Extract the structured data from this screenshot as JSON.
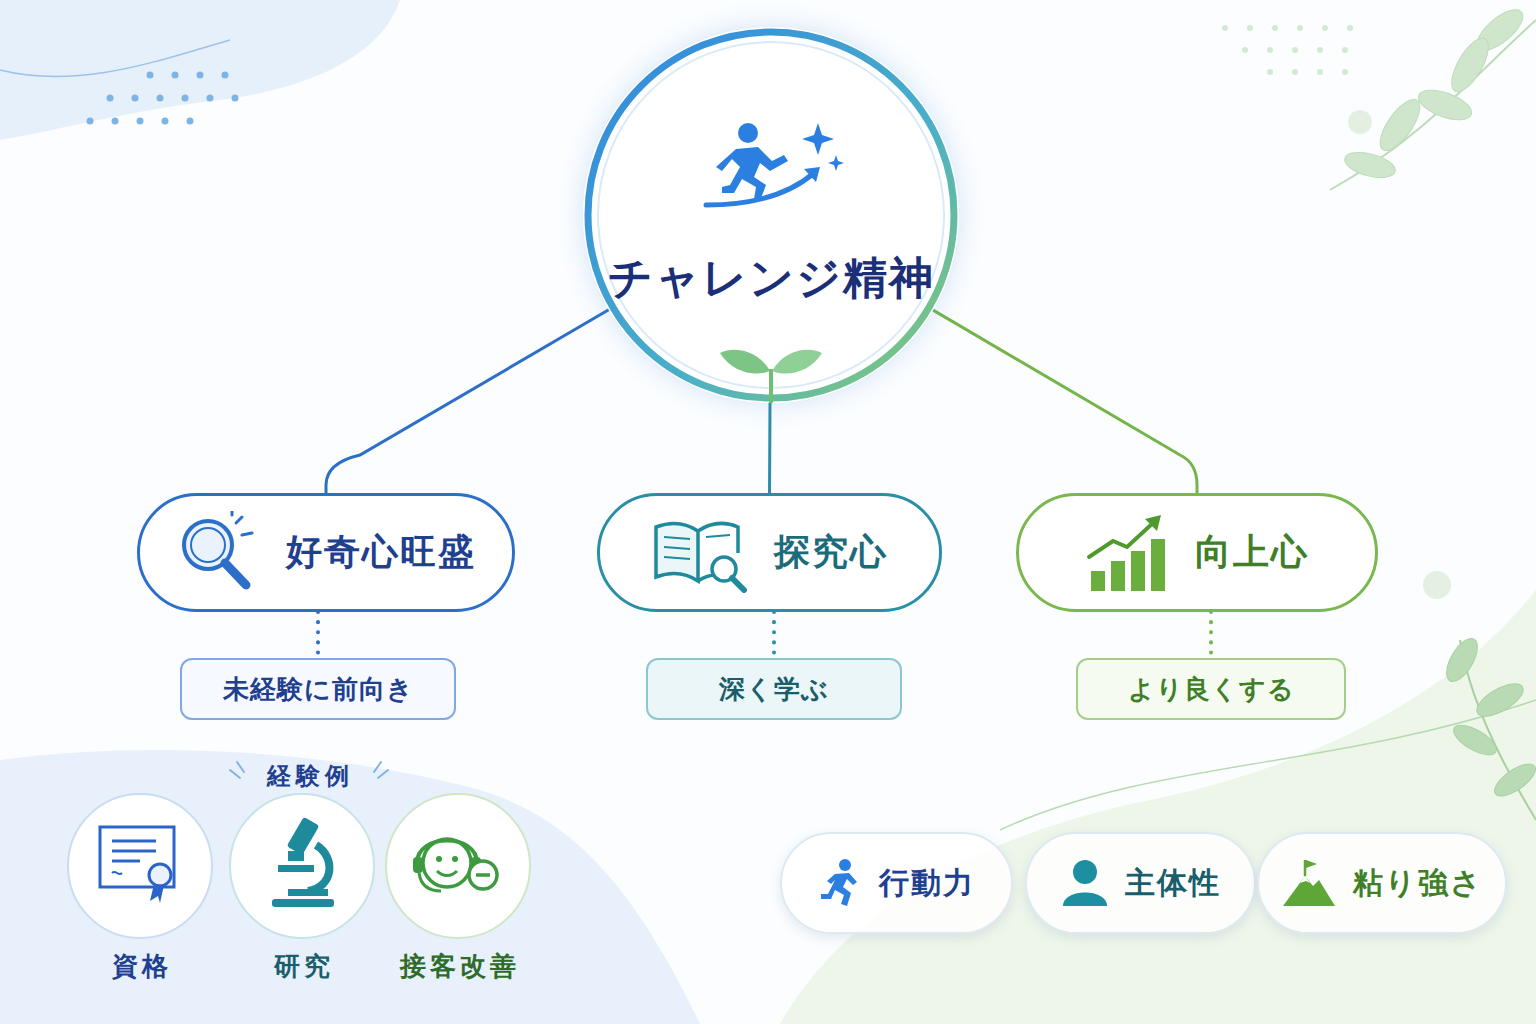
{
  "diagram": {
    "nodes": [
      {
        "text": [
          "チャレンジ精神"
        ]
      },
      {
        "text": [
          "好奇心旺盛"
        ]
      },
      {
        "text": [
          "探究心"
        ]
      },
      {
        "text": [
          "向上心"
        ]
      },
      {
        "text": [
          "未経験に前向き"
        ]
      },
      {
        "text": [
          "深く学ぶ"
        ]
      },
      {
        "text": [
          "より良くする"
        ]
      },
      {
        "text": [
          "資格"
        ]
      },
      {
        "text": [
          "研究"
        ]
      },
      {
        "text": [
          "接客改善"
        ]
      },
      {
        "text": [
          "行動力"
        ]
      },
      {
        "text": [
          "主体性"
        ]
      },
      {
        "text": [
          "粘り強さ"
        ]
      }
    ],
    "edges": [
      {
        "from": 0,
        "to": 1,
        "arrow": "none"
      },
      {
        "from": 0,
        "to": 2,
        "arrow": "none"
      },
      {
        "from": 0,
        "to": 3,
        "arrow": "none"
      },
      {
        "from": 1,
        "to": 4,
        "arrow": "none"
      },
      {
        "from": 2,
        "to": 5,
        "arrow": "none"
      },
      {
        "from": 3,
        "to": 6,
        "arrow": "none"
      }
    ],
    "labels": [
      "経験例"
    ]
  }
}
